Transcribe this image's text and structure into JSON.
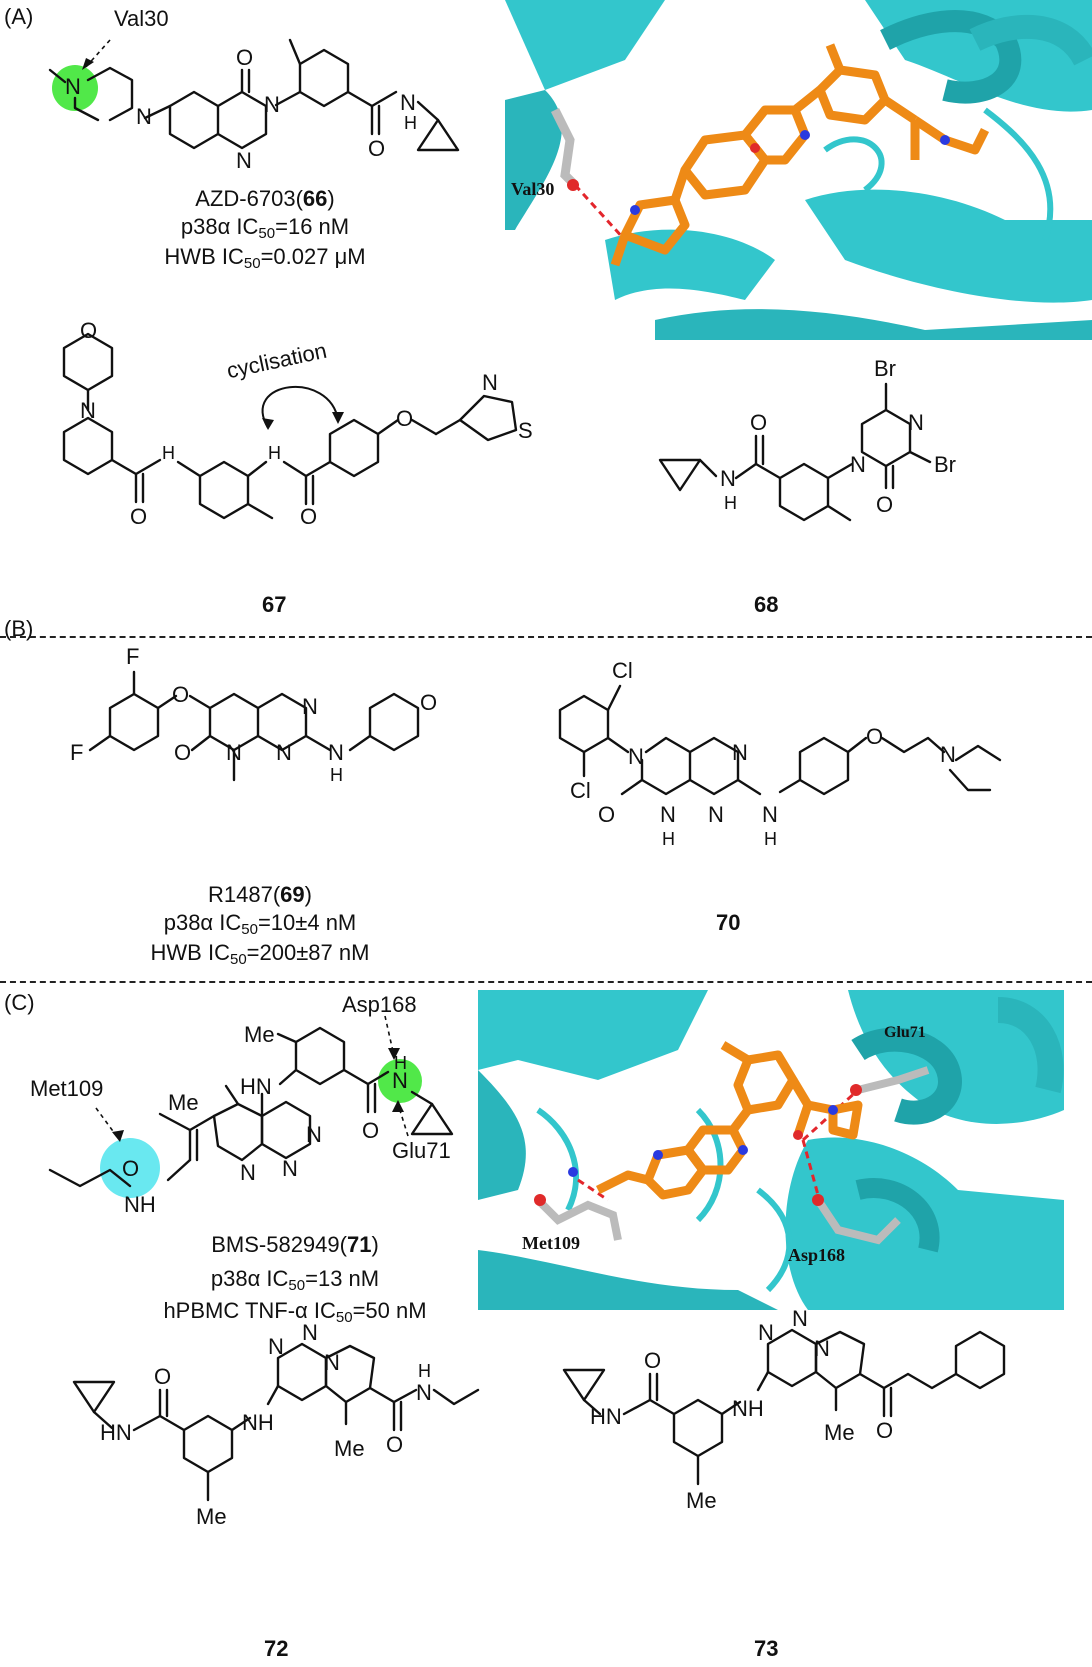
{
  "panels": {
    "a": "(A)",
    "b": "(B)",
    "c": "(C)"
  },
  "residues": {
    "val30": "Val30",
    "met109": "Met109",
    "asp168": "Asp168",
    "glu71": "Glu71"
  },
  "compound66": {
    "name": "AZD-6703(",
    "number": "66",
    "close": ")",
    "p38_prefix": "p38α IC",
    "p38_sub": "50",
    "p38_value": "=16 nM",
    "hwb_prefix": "HWB IC",
    "hwb_sub": "50",
    "hwb_value": "=0.027 μM"
  },
  "compound67": {
    "number": "67",
    "arrow_text": "cyclisation"
  },
  "compound68": {
    "number": "68"
  },
  "compound69": {
    "name": "R1487(",
    "number": "69",
    "close": ")",
    "p38_prefix": "p38α IC",
    "p38_sub": "50",
    "p38_value": "=10±4 nM",
    "hwb_prefix": "HWB IC",
    "hwb_sub": "50",
    "hwb_value": "=200±87 nM"
  },
  "compound70": {
    "number": "70"
  },
  "compound71": {
    "name": "BMS-582949(",
    "number": "71",
    "close": ")",
    "p38_prefix": "p38α IC",
    "p38_sub": "50",
    "p38_value": "=13 nM",
    "pbmc_prefix": "hPBMC TNF-α IC",
    "pbmc_sub": "50",
    "pbmc_value": "=50 nM"
  },
  "compound72": {
    "number": "72"
  },
  "compound73": {
    "number": "73"
  },
  "structure_1": {
    "atoms": [
      "N",
      "N",
      "O",
      "N",
      "N",
      "N",
      "H",
      "O"
    ]
  },
  "structure_2": {
    "atoms": [
      "O",
      "N",
      "H",
      "H",
      "O",
      "O",
      "O",
      "N",
      "S"
    ]
  },
  "structure_3": {
    "atoms": [
      "Br",
      "N",
      "N",
      "Br",
      "O",
      "N",
      "H",
      "O"
    ]
  },
  "structure_4": {
    "atoms": [
      "F",
      "O",
      "F",
      "N",
      "O",
      "N",
      "N",
      "N",
      "H",
      "O"
    ]
  },
  "structure_5": {
    "atoms": [
      "Cl",
      "N",
      "N",
      "Cl",
      "O",
      "N",
      "N",
      "N",
      "H",
      "H",
      "H",
      "O",
      "N"
    ]
  },
  "structure_6": {
    "atoms": [
      "Me",
      "N",
      "H",
      "HN",
      "Me",
      "O",
      "N",
      "N",
      "N",
      "O",
      "NH"
    ]
  },
  "structure_7": {
    "atoms": [
      "O",
      "HN",
      "N",
      "N",
      "N",
      "NH",
      "Me",
      "O",
      "N",
      "H",
      "Me"
    ]
  },
  "structure_8": {
    "atoms": [
      "O",
      "HN",
      "N",
      "N",
      "N",
      "NH",
      "Me",
      "O",
      "Me"
    ]
  },
  "protein_views": {
    "top": {
      "residue_labels": [
        "Val30"
      ]
    },
    "bottom": {
      "residue_labels": [
        "Glu71",
        "Met109",
        "Asp168"
      ]
    }
  },
  "colors": {
    "protein": "#33c6cc",
    "ligand": "#ee8a16",
    "hbond": "#e3262c",
    "highlight_green": "#3ee635",
    "highlight_cyan": "#59e6ee",
    "nitrogen": "#2a3ae0",
    "oxygen": "#e02a2a"
  }
}
